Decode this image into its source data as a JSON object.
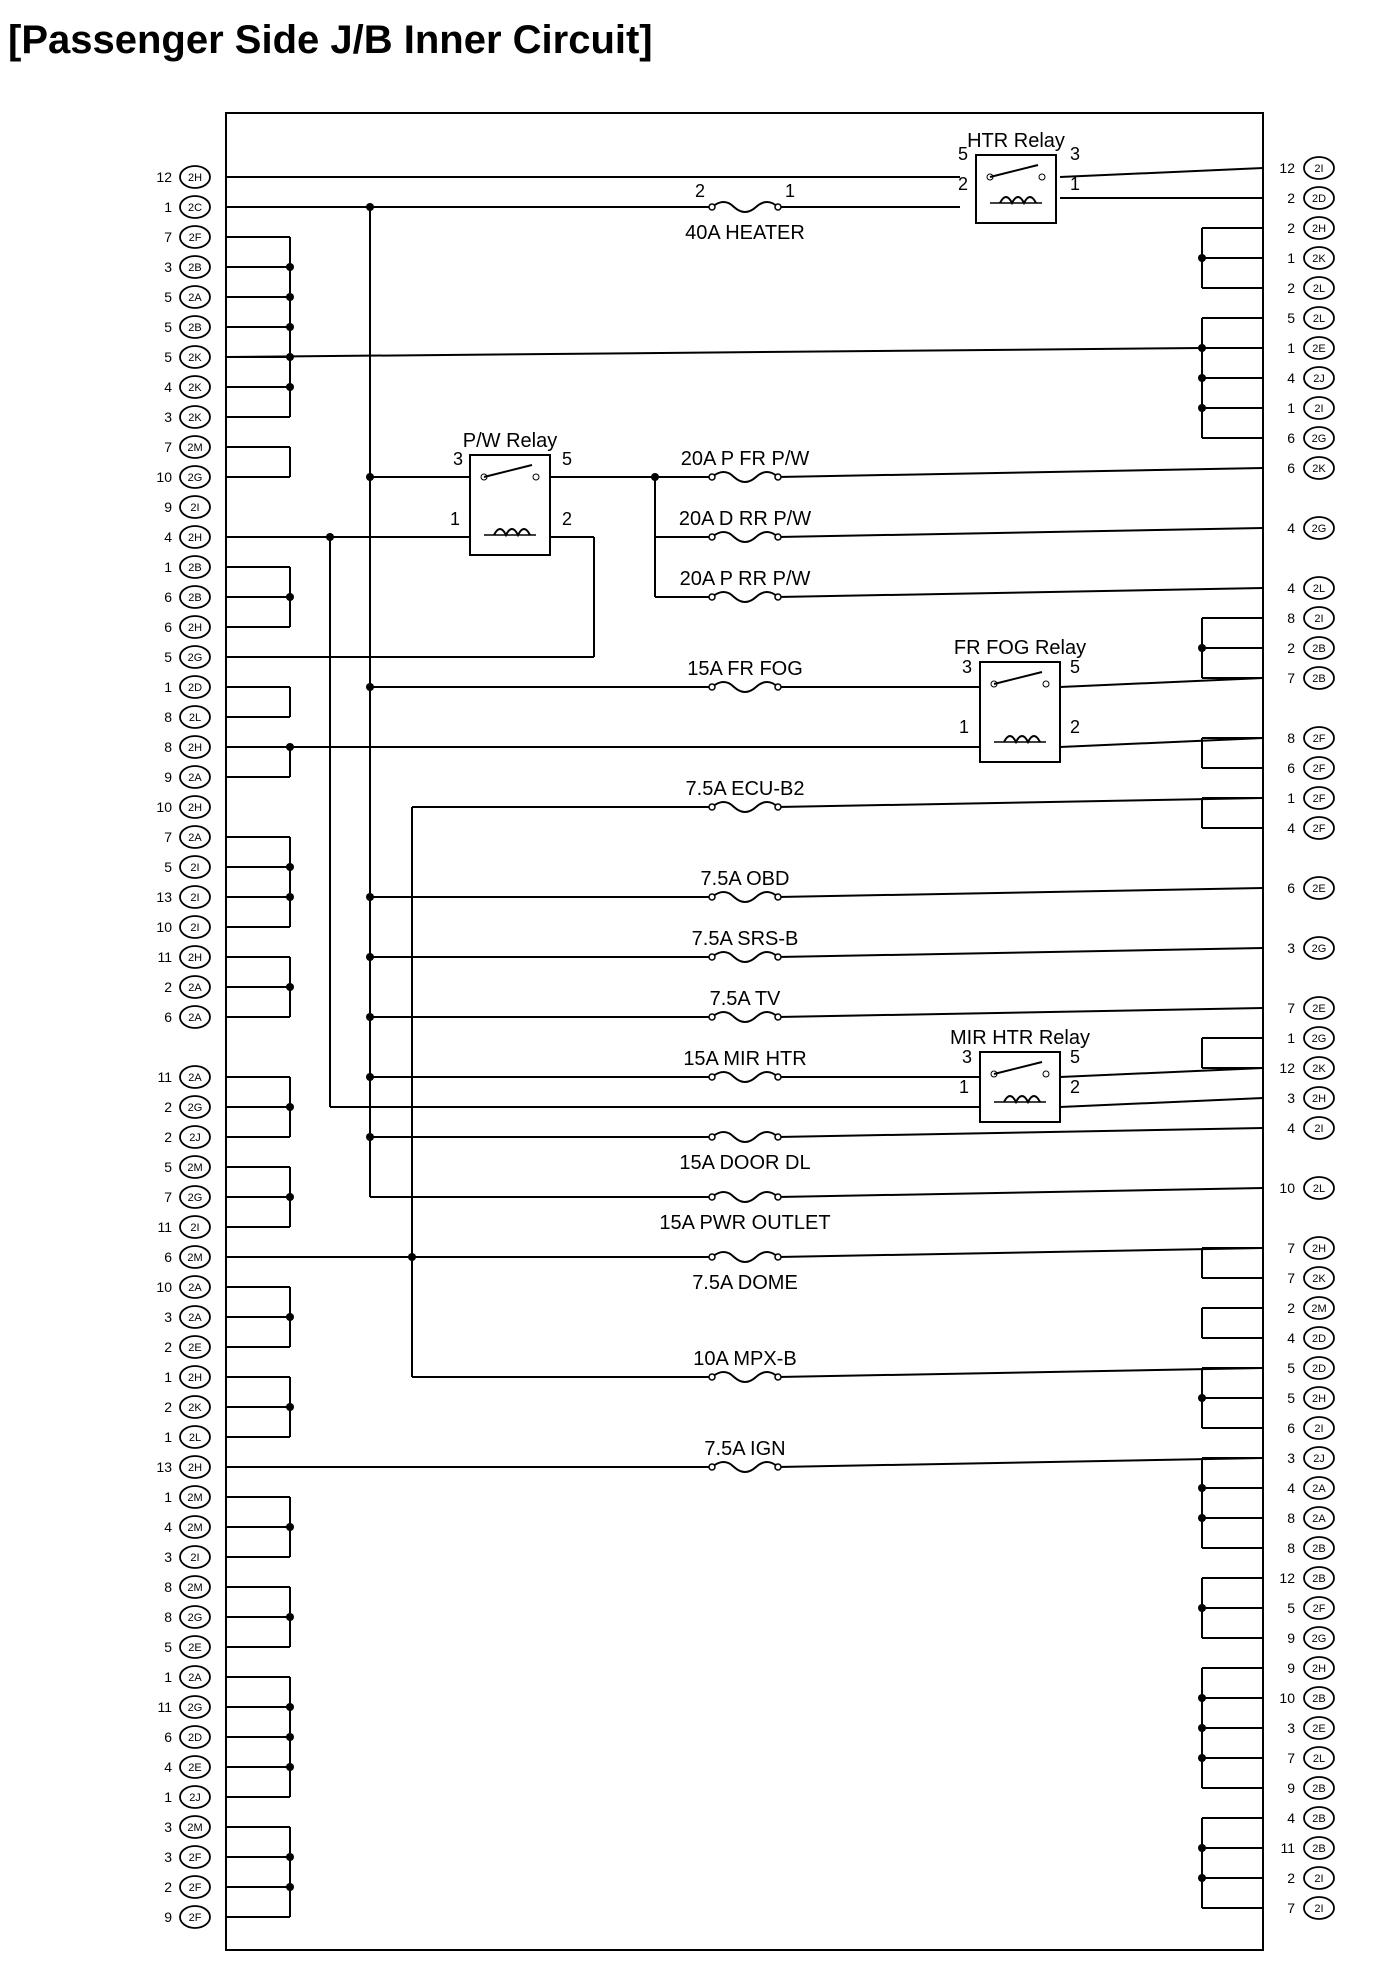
{
  "title": "[Passenger Side J/B Inner Circuit]",
  "left_connectors": [
    {
      "n": "12",
      "c": "2H"
    },
    {
      "n": "1",
      "c": "2C"
    },
    {
      "n": "7",
      "c": "2F"
    },
    {
      "n": "3",
      "c": "2B"
    },
    {
      "n": "5",
      "c": "2A"
    },
    {
      "n": "5",
      "c": "2B"
    },
    {
      "n": "5",
      "c": "2K"
    },
    {
      "n": "4",
      "c": "2K"
    },
    {
      "n": "3",
      "c": "2K"
    },
    {
      "n": "7",
      "c": "2M"
    },
    {
      "n": "10",
      "c": "2G"
    },
    {
      "n": "9",
      "c": "2I"
    },
    {
      "n": "4",
      "c": "2H"
    },
    {
      "n": "1",
      "c": "2B"
    },
    {
      "n": "6",
      "c": "2B"
    },
    {
      "n": "6",
      "c": "2H"
    },
    {
      "n": "5",
      "c": "2G"
    },
    {
      "n": "1",
      "c": "2D"
    },
    {
      "n": "8",
      "c": "2L"
    },
    {
      "n": "8",
      "c": "2H"
    },
    {
      "n": "9",
      "c": "2A"
    },
    {
      "n": "10",
      "c": "2H"
    },
    {
      "n": "7",
      "c": "2A"
    },
    {
      "n": "5",
      "c": "2I"
    },
    {
      "n": "13",
      "c": "2I"
    },
    {
      "n": "10",
      "c": "2I"
    },
    {
      "n": "11",
      "c": "2H"
    },
    {
      "n": "2",
      "c": "2A"
    },
    {
      "n": "6",
      "c": "2A"
    },
    {
      "n": "11",
      "c": "2A"
    },
    {
      "n": "2",
      "c": "2G"
    },
    {
      "n": "2",
      "c": "2J"
    },
    {
      "n": "5",
      "c": "2M"
    },
    {
      "n": "7",
      "c": "2G"
    },
    {
      "n": "11",
      "c": "2I"
    },
    {
      "n": "6",
      "c": "2M"
    },
    {
      "n": "10",
      "c": "2A"
    },
    {
      "n": "3",
      "c": "2A"
    },
    {
      "n": "2",
      "c": "2E"
    },
    {
      "n": "1",
      "c": "2H"
    },
    {
      "n": "2",
      "c": "2K"
    },
    {
      "n": "1",
      "c": "2L"
    },
    {
      "n": "13",
      "c": "2H"
    },
    {
      "n": "1",
      "c": "2M"
    },
    {
      "n": "4",
      "c": "2M"
    },
    {
      "n": "3",
      "c": "2I"
    },
    {
      "n": "8",
      "c": "2M"
    },
    {
      "n": "8",
      "c": "2G"
    },
    {
      "n": "5",
      "c": "2E"
    },
    {
      "n": "1",
      "c": "2A"
    },
    {
      "n": "11",
      "c": "2G"
    },
    {
      "n": "6",
      "c": "2D"
    },
    {
      "n": "4",
      "c": "2E"
    },
    {
      "n": "1",
      "c": "2J"
    },
    {
      "n": "3",
      "c": "2M"
    },
    {
      "n": "3",
      "c": "2F"
    },
    {
      "n": "2",
      "c": "2F"
    },
    {
      "n": "9",
      "c": "2F"
    }
  ],
  "right_connectors": [
    {
      "n": "12",
      "c": "2I"
    },
    {
      "n": "2",
      "c": "2D"
    },
    {
      "n": "2",
      "c": "2H"
    },
    {
      "n": "1",
      "c": "2K"
    },
    {
      "n": "2",
      "c": "2L"
    },
    {
      "n": "5",
      "c": "2L"
    },
    {
      "n": "1",
      "c": "2E"
    },
    {
      "n": "4",
      "c": "2J"
    },
    {
      "n": "1",
      "c": "2I"
    },
    {
      "n": "6",
      "c": "2G"
    },
    {
      "n": "6",
      "c": "2K"
    },
    {
      "n": "4",
      "c": "2G"
    },
    {
      "n": "4",
      "c": "2L"
    },
    {
      "n": "8",
      "c": "2I"
    },
    {
      "n": "2",
      "c": "2B"
    },
    {
      "n": "7",
      "c": "2B"
    },
    {
      "n": "8",
      "c": "2F"
    },
    {
      "n": "6",
      "c": "2F"
    },
    {
      "n": "1",
      "c": "2F"
    },
    {
      "n": "4",
      "c": "2F"
    },
    {
      "n": "6",
      "c": "2E"
    },
    {
      "n": "3",
      "c": "2G"
    },
    {
      "n": "7",
      "c": "2E"
    },
    {
      "n": "1",
      "c": "2G"
    },
    {
      "n": "12",
      "c": "2K"
    },
    {
      "n": "3",
      "c": "2H"
    },
    {
      "n": "4",
      "c": "2I"
    },
    {
      "n": "10",
      "c": "2L"
    },
    {
      "n": "7",
      "c": "2H"
    },
    {
      "n": "7",
      "c": "2K"
    },
    {
      "n": "2",
      "c": "2M"
    },
    {
      "n": "4",
      "c": "2D"
    },
    {
      "n": "5",
      "c": "2D"
    },
    {
      "n": "5",
      "c": "2H"
    },
    {
      "n": "6",
      "c": "2I"
    },
    {
      "n": "3",
      "c": "2J"
    },
    {
      "n": "4",
      "c": "2A"
    },
    {
      "n": "8",
      "c": "2A"
    },
    {
      "n": "8",
      "c": "2B"
    },
    {
      "n": "12",
      "c": "2B"
    },
    {
      "n": "5",
      "c": "2F"
    },
    {
      "n": "9",
      "c": "2G"
    },
    {
      "n": "9",
      "c": "2H"
    },
    {
      "n": "10",
      "c": "2B"
    },
    {
      "n": "3",
      "c": "2E"
    },
    {
      "n": "7",
      "c": "2L"
    },
    {
      "n": "9",
      "c": "2B"
    },
    {
      "n": "4",
      "c": "2B"
    },
    {
      "n": "11",
      "c": "2B"
    },
    {
      "n": "2",
      "c": "2I"
    },
    {
      "n": "7",
      "c": "2I"
    }
  ],
  "fuses": {
    "heater": "40A HEATER",
    "p_fr_pw": "20A P FR P/W",
    "d_rr_pw": "20A D RR P/W",
    "p_rr_pw": "20A P RR P/W",
    "fr_fog": "15A FR FOG",
    "ecu_b2": "7.5A ECU-B2",
    "obd": "7.5A OBD",
    "srs_b": "7.5A SRS-B",
    "tv": "7.5A TV",
    "mir_htr": "15A MIR HTR",
    "door_dl": "15A DOOR DL",
    "pwr_outlet": "15A PWR OUTLET",
    "dome": "7.5A DOME",
    "mpx_b": "10A MPX-B",
    "ign": "7.5A IGN"
  },
  "relays": {
    "htr": "HTR Relay",
    "pw": "P/W Relay",
    "fr_fog": "FR FOG Relay",
    "mir_htr": "MIR HTR Relay"
  },
  "pin_numbers": {
    "one": "1",
    "two": "2",
    "three": "3",
    "five": "5"
  }
}
